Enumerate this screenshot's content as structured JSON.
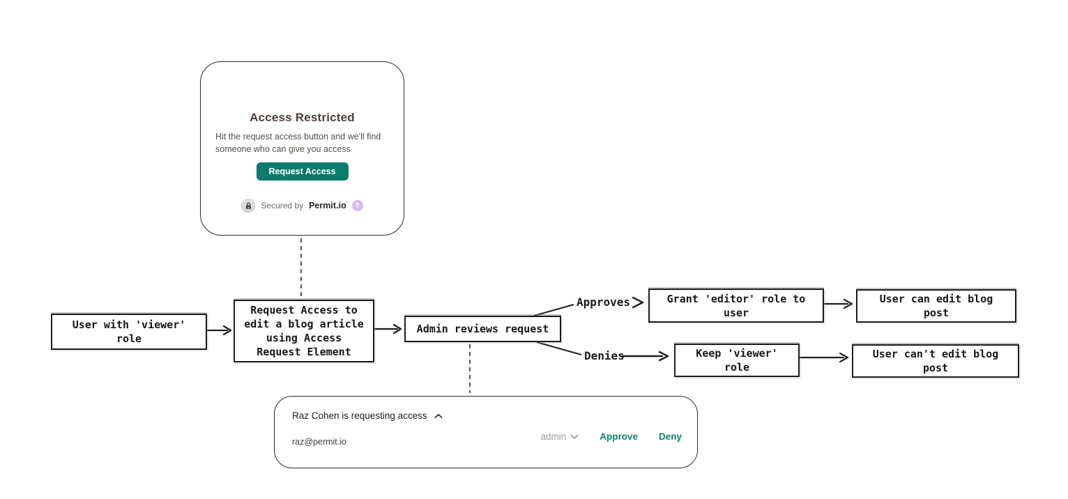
{
  "access_card": {
    "title": "Access Restricted",
    "subtitle": "Hit the request access button and we'll find someone who can give you access",
    "button_label": "Request Access",
    "secured_prefix": "Secured by",
    "brand": "Permit.io",
    "help_glyph": "?"
  },
  "flow": {
    "nodes": {
      "user": "User with 'viewer'\nrole",
      "request": "Request Access to\nedit a blog article\nusing Access\nRequest Element",
      "admin": "Admin reviews request",
      "grant": "Grant 'editor' role to\nuser",
      "edit": "User can edit blog\npost",
      "keep": "Keep 'viewer'\nrole",
      "cant": "User can't edit blog\npost"
    },
    "edge_labels": {
      "approves": "Approves",
      "denies": "Denies"
    }
  },
  "request_card": {
    "requester_line": "Raz Cohen is requesting access",
    "email": "raz@permit.io",
    "role_value": "admin",
    "approve_label": "Approve",
    "deny_label": "Deny"
  },
  "colors": {
    "teal_button": "#0b7b6b",
    "teal_link": "#0c8374",
    "help_purple": "#d9b9f4"
  }
}
